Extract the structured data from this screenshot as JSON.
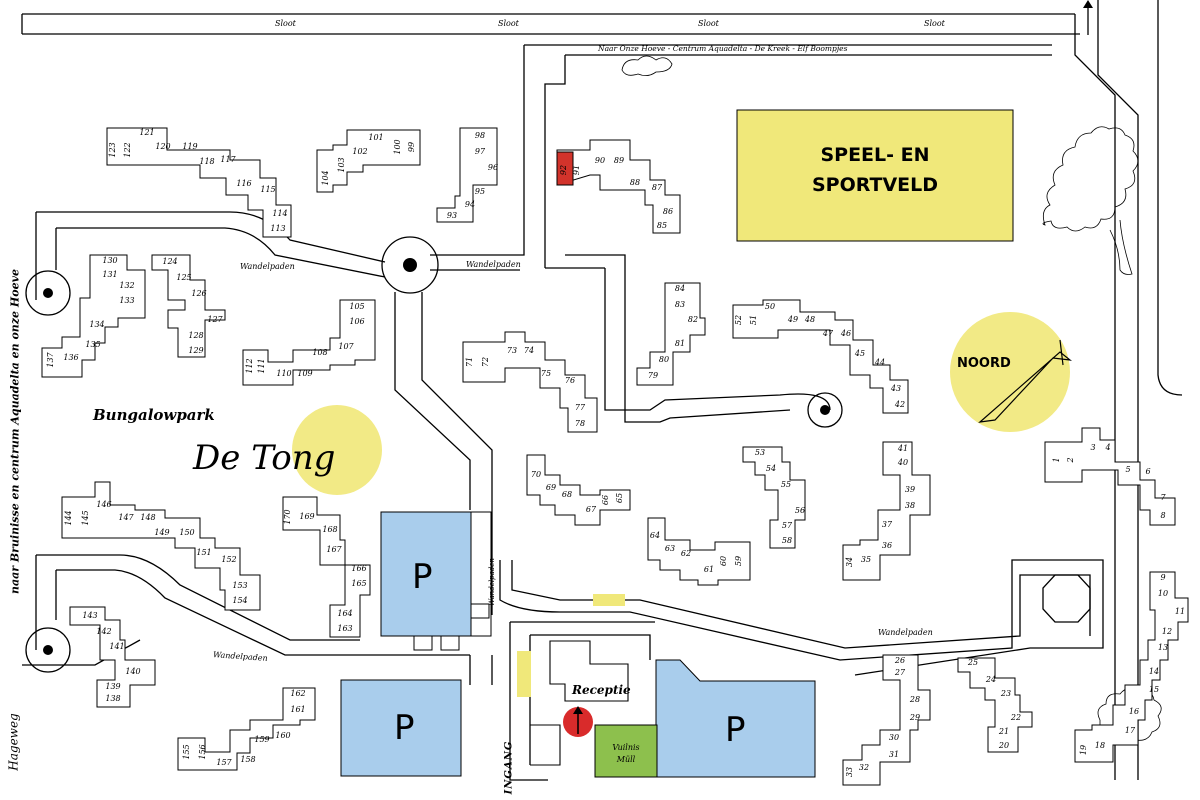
{
  "title": {
    "line1": "Bungalowpark",
    "line2": "De Tong"
  },
  "roads": {
    "top_road": "Sloot",
    "north_direction": "Naar Onze Hoeve - Centrum Aquadelta - De Kreek - Elf Boompjes",
    "footpath": "Wandelpaden",
    "west_road_upper": "naar Bruinisse en centrum Aquadelta en onze Hoeve",
    "west_road_lower": "Hageweg",
    "entrance": "INGANG"
  },
  "facilities": {
    "sports_field": [
      "SPEEL- EN",
      "SPORTVELD"
    ],
    "compass": "NOORD",
    "reception": "Receptie",
    "waste": [
      "Vuilnis",
      "Müll"
    ],
    "parking": "P"
  },
  "colors": {
    "parking": "#a9cdec",
    "sports_field": "#f0e87a",
    "highlight_circle": "#f2ea86",
    "waste": "#8dc04d",
    "reception_marker": "#d92b2b",
    "selected_bungalow": "#d2332b"
  },
  "selected_bungalow": "92",
  "bungalows": [
    "1",
    "2",
    "3",
    "4",
    "5",
    "6",
    "7",
    "8",
    "9",
    "10",
    "11",
    "12",
    "13",
    "14",
    "15",
    "16",
    "17",
    "18",
    "19",
    "20",
    "21",
    "22",
    "23",
    "24",
    "25",
    "26",
    "27",
    "28",
    "29",
    "30",
    "31",
    "32",
    "33",
    "34",
    "35",
    "36",
    "37",
    "38",
    "39",
    "40",
    "41",
    "42",
    "43",
    "44",
    "45",
    "46",
    "47",
    "48",
    "49",
    "50",
    "51",
    "52",
    "53",
    "54",
    "55",
    "56",
    "57",
    "58",
    "59",
    "60",
    "61",
    "62",
    "63",
    "64",
    "65",
    "66",
    "67",
    "68",
    "69",
    "70",
    "71",
    "72",
    "73",
    "74",
    "75",
    "76",
    "77",
    "78",
    "79",
    "80",
    "81",
    "82",
    "83",
    "84",
    "85",
    "86",
    "87",
    "88",
    "89",
    "90",
    "91",
    "92",
    "93",
    "94",
    "95",
    "96",
    "97",
    "98",
    "99",
    "100",
    "101",
    "102",
    "103",
    "104",
    "105",
    "106",
    "107",
    "108",
    "109",
    "110",
    "111",
    "112",
    "113",
    "114",
    "115",
    "116",
    "117",
    "118",
    "119",
    "120",
    "121",
    "122",
    "123",
    "124",
    "125",
    "126",
    "127",
    "128",
    "129",
    "130",
    "131",
    "132",
    "133",
    "134",
    "135",
    "136",
    "137",
    "138",
    "139",
    "140",
    "141",
    "142",
    "143",
    "144",
    "145",
    "146",
    "147",
    "148",
    "149",
    "150",
    "151",
    "152",
    "153",
    "154",
    "155",
    "156",
    "157",
    "158",
    "159",
    "160",
    "161",
    "162",
    "163",
    "164",
    "165",
    "166",
    "167",
    "168",
    "169",
    "170"
  ]
}
